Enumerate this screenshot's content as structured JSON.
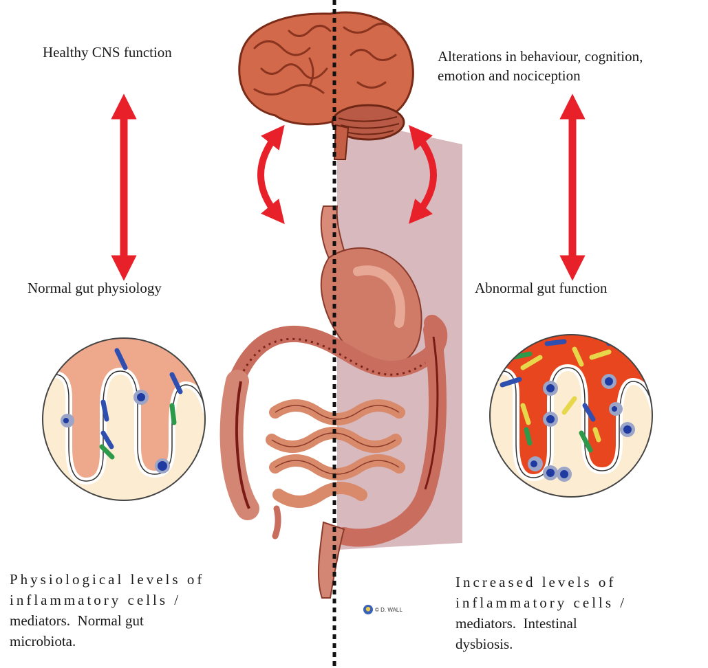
{
  "labels": {
    "top_left": "Healthy CNS function",
    "top_right_line1": "Alterations in behaviour, cognition,",
    "top_right_line2": "emotion and nociception",
    "mid_left": "Normal gut physiology",
    "mid_right": "Abnormal gut function"
  },
  "captions": {
    "left": {
      "line1": "Physiological levels of",
      "line2": "inflammatory cells /",
      "line3": "mediators.  Normal gut",
      "line4": "microbiota."
    },
    "right": {
      "line1": "Increased levels of",
      "line2": "inflammatory cells /",
      "line3": "mediators.  Intestinal",
      "line4": "dysbiosis."
    }
  },
  "credit": "© D. WALL",
  "colors": {
    "arrow": "#e8202a",
    "brain": "#d2694a",
    "gut": "#d98a78",
    "colon": "#c96e5e",
    "normal_mucosa": "#eea98d",
    "inflamed_mucosa": "#e8461f",
    "tissue_base": "#fbecd2",
    "overlay": "#a8646e",
    "divider": "#111111"
  },
  "icons": [
    "double-arrow-icon",
    "curved-double-arrow-icon",
    "brain-icon",
    "gut-icon",
    "villus-inset-icon"
  ]
}
